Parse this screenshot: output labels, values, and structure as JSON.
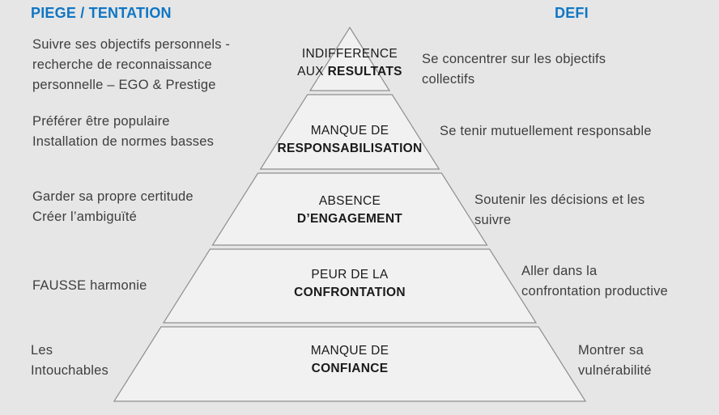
{
  "colors": {
    "background": "#e6e6e6",
    "header_blue": "#0f76c4",
    "body_text": "#3e3e3e",
    "pyramid_label_text": "#1a1a1a",
    "pyramid_fill": "#f1f1f1",
    "pyramid_stroke": "#8f8f8f"
  },
  "left": {
    "header": "PIEGE / TENTATION",
    "items": [
      {
        "text": "Suivre ses objectifs personnels -\nrecherche de reconnaissance\npersonnelle – EGO & Prestige"
      },
      {
        "text": "Préférer être populaire\nInstallation de normes basses"
      },
      {
        "text": "Garder sa propre certitude\nCréer l’ambiguïté"
      },
      {
        "text": "FAUSSE harmonie"
      },
      {
        "text": "Les\nIntouchables"
      }
    ]
  },
  "right": {
    "header": "DEFI",
    "items": [
      {
        "text": "Se concentrer sur les objectifs\ncollectifs"
      },
      {
        "text": "Se tenir mutuellement responsable"
      },
      {
        "text": "Soutenir les décisions et les\nsuivre"
      },
      {
        "text": "Aller dans la\nconfrontation productive"
      },
      {
        "text": "Montrer sa\nvulnérabilité"
      }
    ]
  },
  "pyramid": {
    "levels": [
      {
        "line1": "INDIFFERENCE",
        "line2_normal": "AUX ",
        "line2_bold": "RESULTATS"
      },
      {
        "line1": "MANQUE DE",
        "line2_normal": "",
        "line2_bold": "RESPONSABILISATION"
      },
      {
        "line1": "ABSENCE",
        "line2_normal": "",
        "line2_bold": "D’ENGAGEMENT"
      },
      {
        "line1": "PEUR DE LA",
        "line2_normal": "",
        "line2_bold": "CONFRONTATION"
      },
      {
        "line1": "MANQUE DE",
        "line2_normal": "",
        "line2_bold": "CONFIANCE"
      }
    ]
  }
}
